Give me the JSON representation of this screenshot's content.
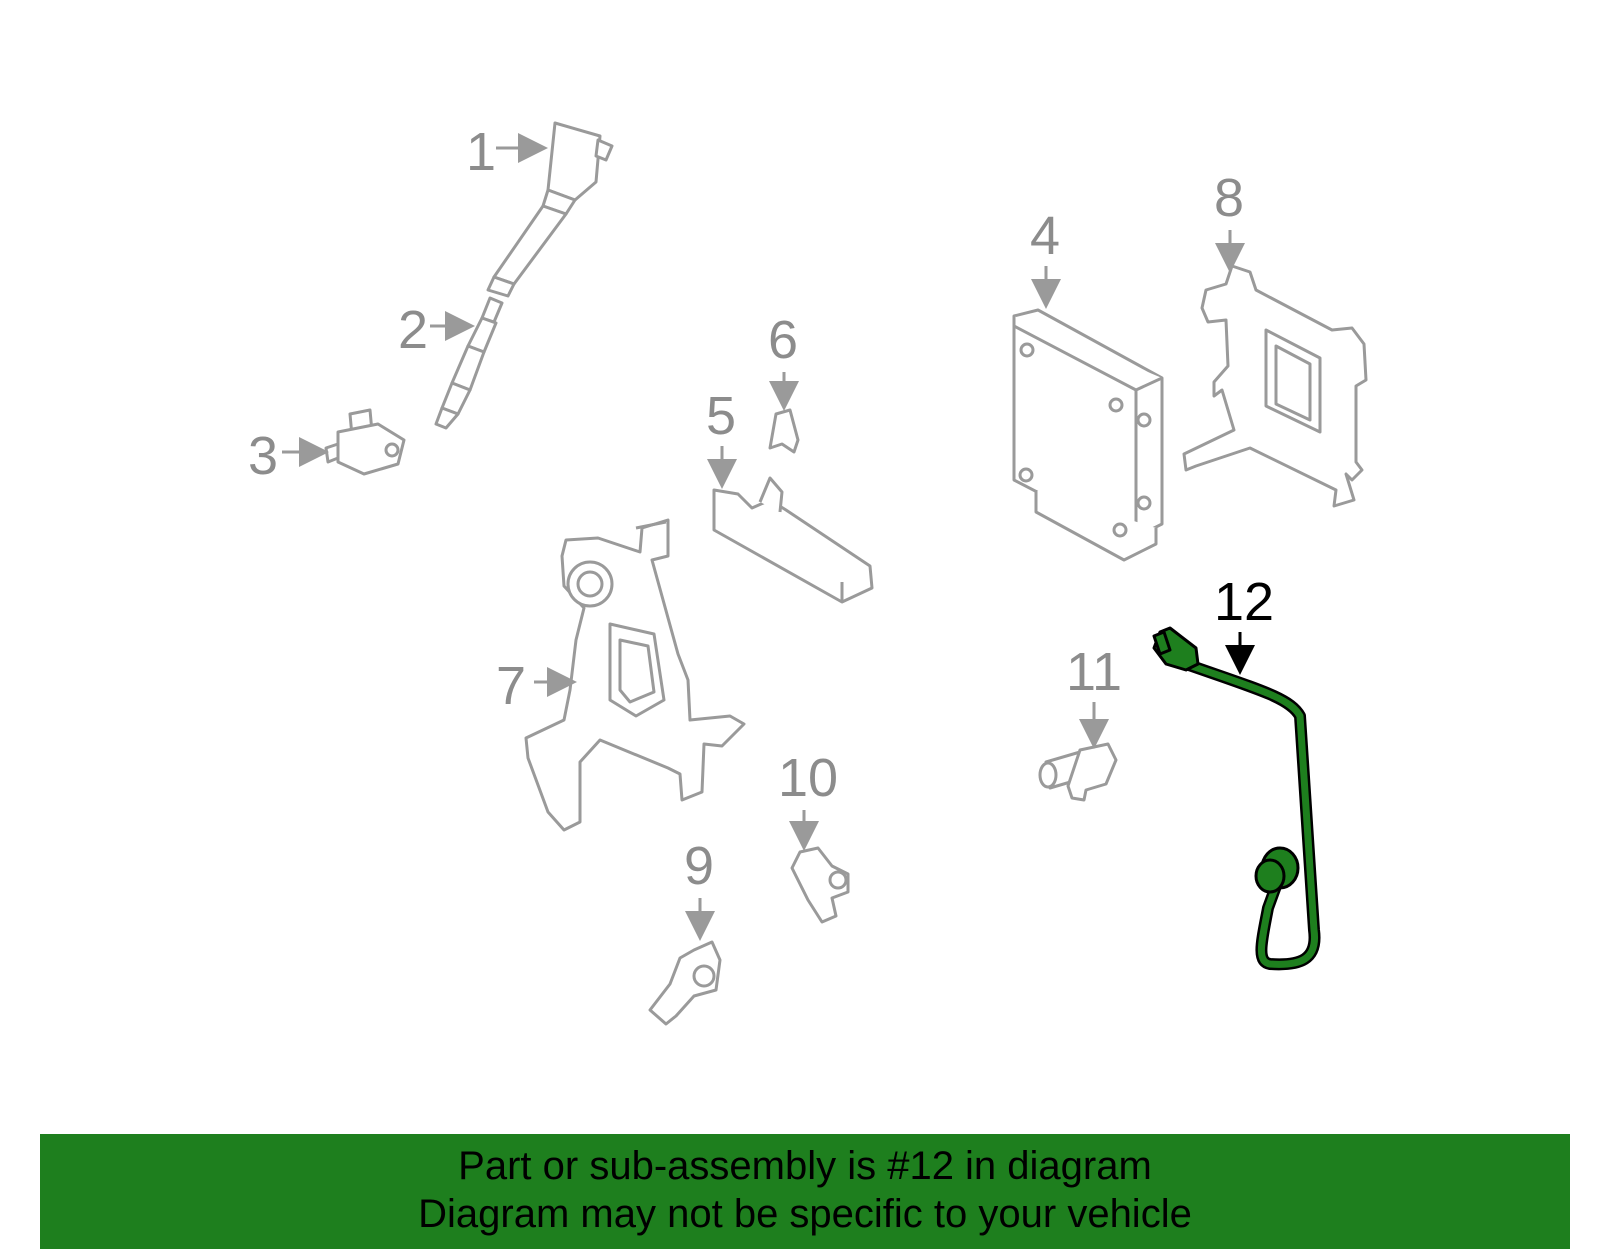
{
  "colors": {
    "part_line": "#9a9a9a",
    "highlight_fill": "#1e7f1e",
    "highlight_stroke": "#000000",
    "banner_bg": "#1e7f1e",
    "text_gray": "#8c8c8c",
    "text_black": "#000000"
  },
  "callouts": {
    "c1": "1",
    "c2": "2",
    "c3": "3",
    "c4": "4",
    "c5": "5",
    "c6": "6",
    "c7": "7",
    "c8": "8",
    "c9": "9",
    "c10": "10",
    "c11": "11",
    "c12": "12"
  },
  "highlighted_part": "12",
  "banner": {
    "line1": "Part or sub-assembly is #12 in diagram",
    "line2": "Diagram may not be specific to your vehicle"
  }
}
